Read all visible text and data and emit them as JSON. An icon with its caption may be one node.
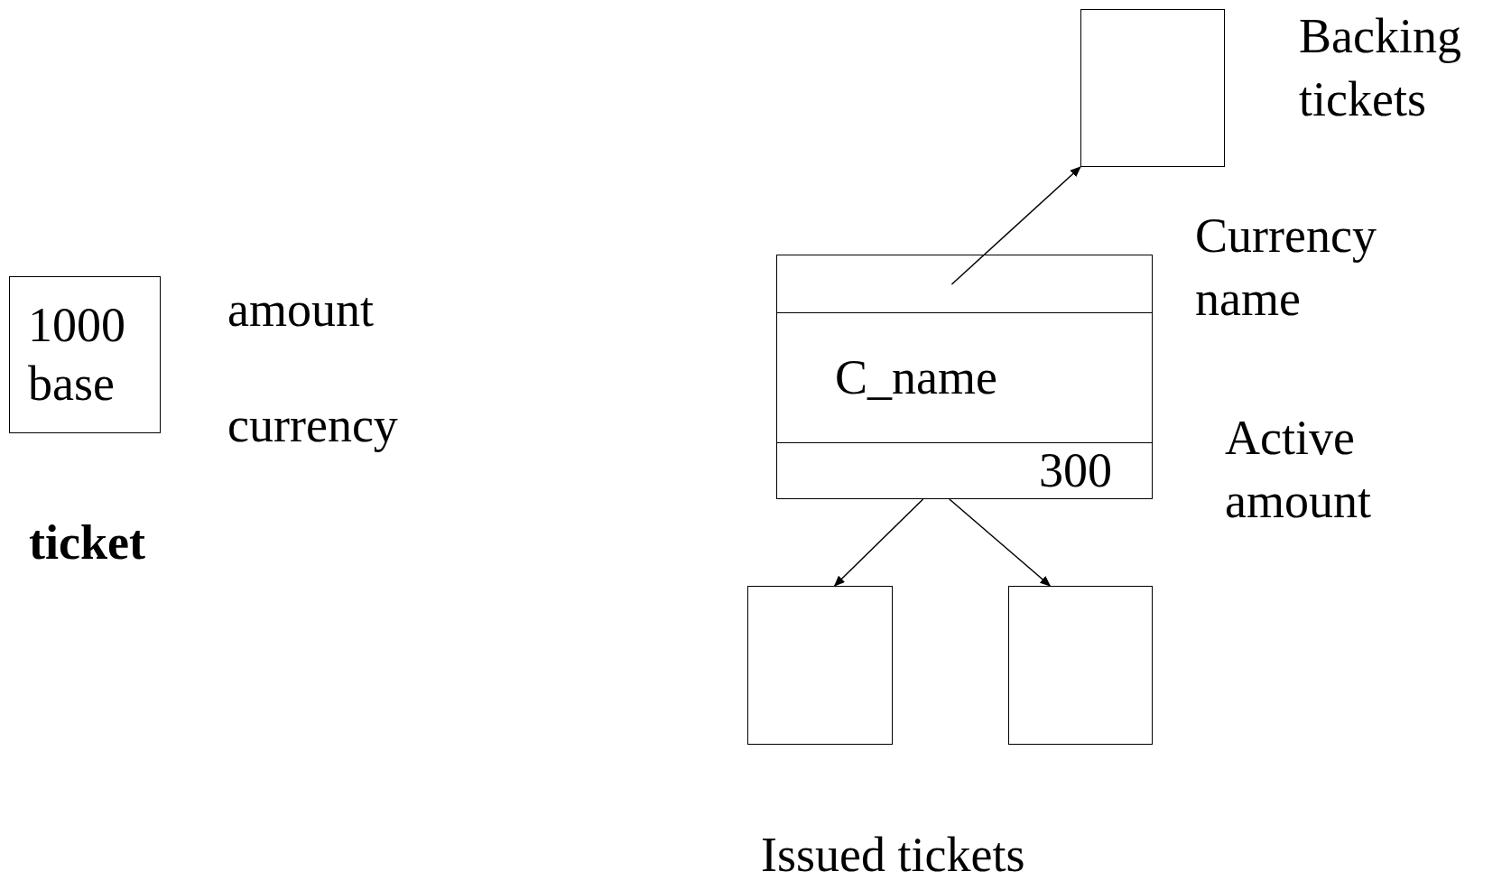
{
  "diagram": {
    "nodes": [
      {
        "text": [
          "1000",
          "base"
        ]
      },
      {
        "text": [],
        "shape": "box",
        "beside": [
          "Backing tickets"
        ]
      },
      {
        "text": [],
        "shape": "box"
      },
      {
        "text": [],
        "shape": "box",
        "in": 2
      },
      {
        "text": [
          "C_name"
        ],
        "in": 2
      },
      {
        "text": [
          "300"
        ],
        "in": 2
      },
      {
        "text": [],
        "shape": "box"
      },
      {
        "text": [],
        "shape": "box"
      }
    ],
    "edges": [
      {
        "from": 3,
        "to": 1,
        "arrow": "to"
      },
      {
        "from": 2,
        "to": 6,
        "arrow": "to"
      },
      {
        "from": 2,
        "to": 7,
        "arrow": "to"
      }
    ],
    "labels": [
      "amount",
      "currency",
      "ticket",
      "Currency name",
      "Active amount",
      "Issued tickets"
    ]
  }
}
